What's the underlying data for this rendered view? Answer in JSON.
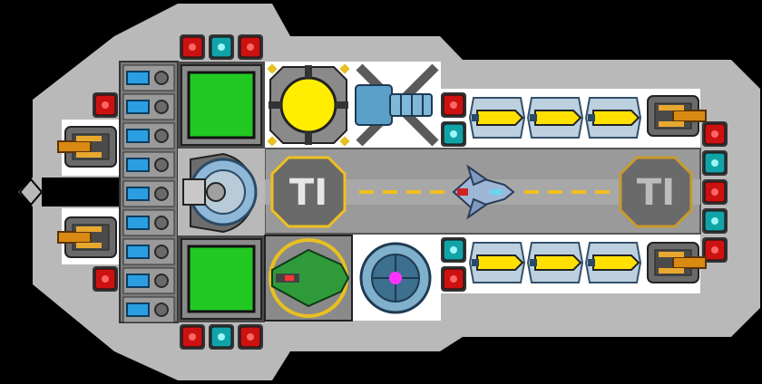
{
  "colors": {
    "background": "#000000",
    "hull": "#b9b9b9",
    "floor": "#ffffff",
    "deck": "#9a9a9a",
    "runway_stripe": "#f0c020",
    "room_green": "#22c822",
    "reactor_yellow": "#ffee00",
    "shield_core": "#ff33ff",
    "module_red": "#cc1111",
    "module_teal": "#11a3a8",
    "battery_blue": "#2a9ee0",
    "gold": "#d88a12",
    "steel": "#5aa0c8"
  },
  "landing_pads": [
    {
      "label": "TI",
      "side": "left",
      "ring": "#f0c020"
    },
    {
      "label": "TI",
      "side": "right",
      "ring": "#c89a30"
    }
  ],
  "modules": {
    "top_left_sockets": [
      "red",
      "teal",
      "red"
    ],
    "bottom_left_sockets": [
      "red",
      "teal",
      "red"
    ],
    "mid_top_sockets": [
      "red",
      "teal"
    ],
    "mid_bottom_sockets": [
      "teal",
      "red"
    ],
    "right_column": [
      "red",
      "teal",
      "red",
      "teal",
      "red"
    ],
    "left_side": [
      "red",
      "red"
    ]
  },
  "battery_cells": 9,
  "thrusters": {
    "top_row": 3,
    "bottom_row": 3
  },
  "icons": {
    "reactor": "reactor-icon",
    "shield": "shield-generator-icon",
    "fighter": "docked-fighter-icon",
    "hangar_ship": "hangar-ship-icon",
    "turret": "turret-icon",
    "cannon": "cannon-icon"
  }
}
